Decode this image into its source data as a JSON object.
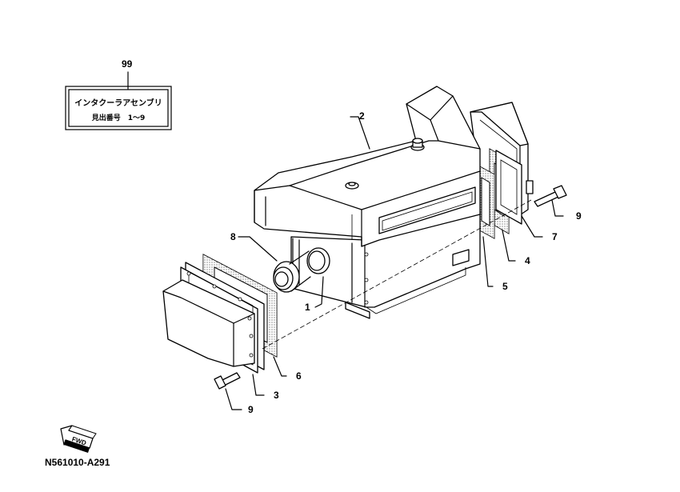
{
  "parts_label": {
    "callout": "99",
    "title": "インタクーラアセンブリ",
    "subtitle": "見出番号　1～9"
  },
  "callouts": [
    "1",
    "2",
    "3",
    "4",
    "5",
    "6",
    "7",
    "8",
    "9",
    "9"
  ],
  "fwd_arrow": {
    "text": "FWD",
    "icon": "forward-arrow-icon"
  },
  "drawing_number": "N561010-A291"
}
